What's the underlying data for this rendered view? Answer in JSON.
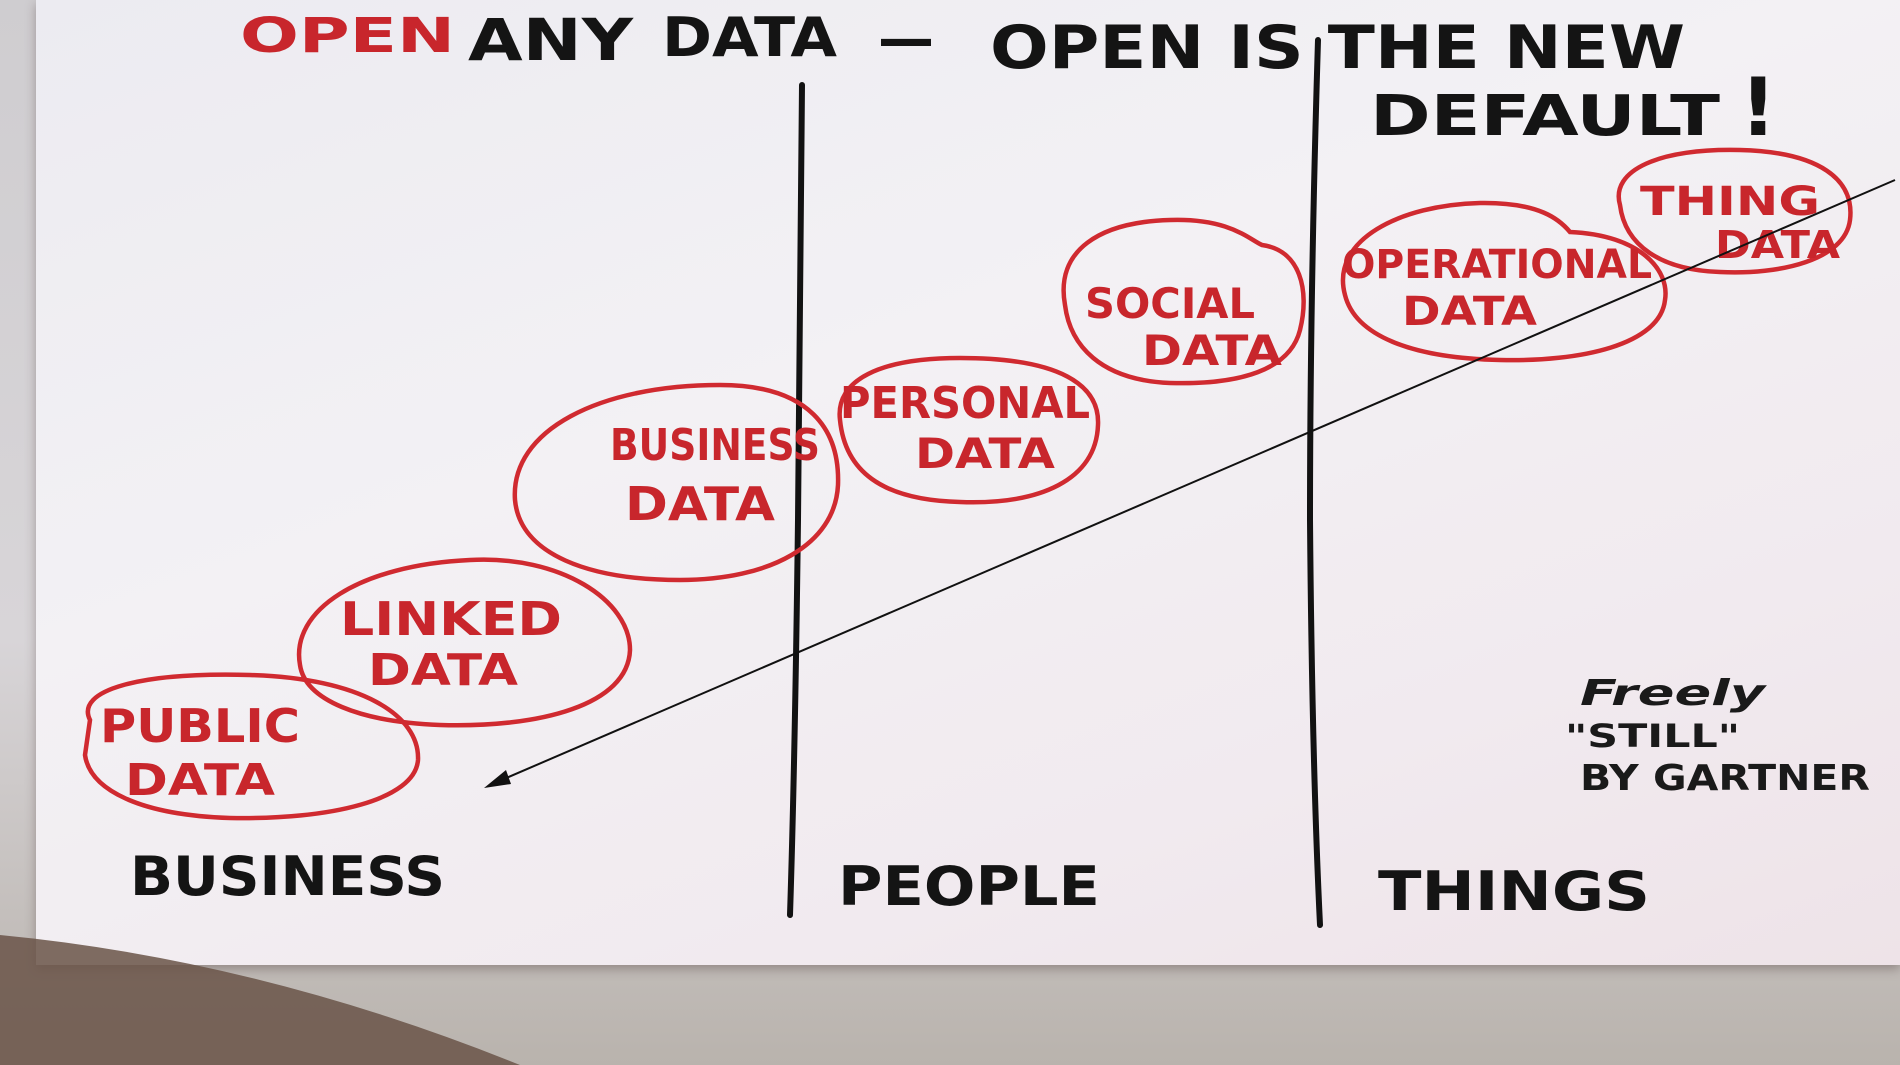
{
  "title": {
    "line1_red": "OPEN",
    "line1_any": "ANY",
    "line1_data": "DATA",
    "line1_dash": "—",
    "line1_rest": "OPEN IS THE NEW",
    "line2": "DEFAULT",
    "exclaim": "!"
  },
  "bubbles": [
    {
      "line1": "PUBLIC",
      "line2": "DATA"
    },
    {
      "line1": "LINKED",
      "line2": "DATA"
    },
    {
      "line1": "BUSINESS",
      "line2": "DATA"
    },
    {
      "line1": "PERSONAL",
      "line2": "DATA"
    },
    {
      "line1": "SOCIAL",
      "line2": "DATA"
    },
    {
      "line1": "OPERATIONAL",
      "line2": "DATA"
    },
    {
      "line1": "THING",
      "line2": "DATA"
    }
  ],
  "columns": [
    "BUSINESS",
    "PEOPLE",
    "THINGS"
  ],
  "credit": {
    "line1": "Freely",
    "line2": "\"STILL\"",
    "line3": "BY GARTNER"
  },
  "colors": {
    "ink_black": "#141414",
    "ink_red": "#c8262c",
    "card": "#f1eef2"
  }
}
